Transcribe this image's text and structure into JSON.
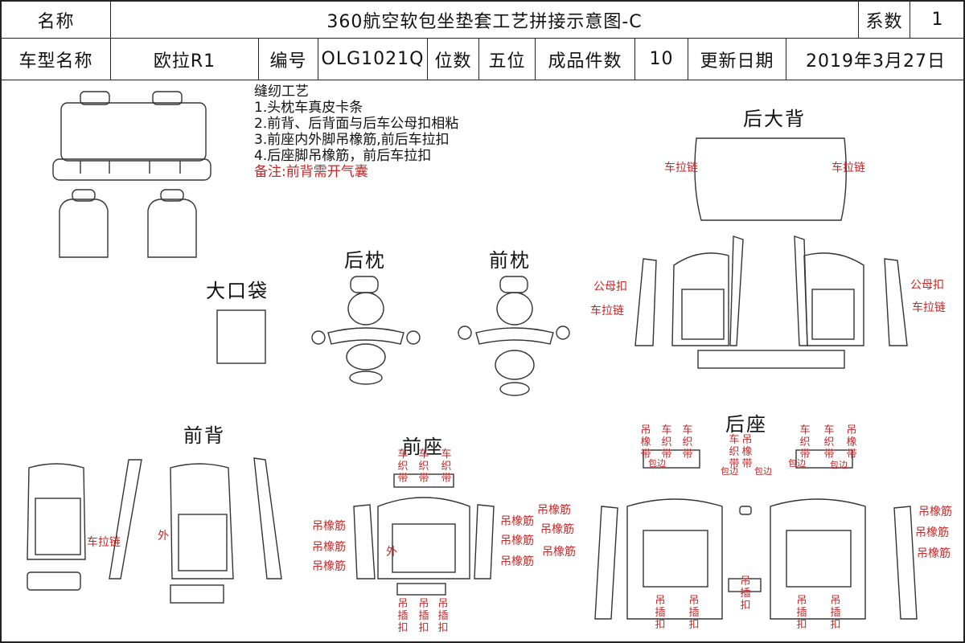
{
  "header": {
    "name_label": "名称",
    "title": "360航空软包坐垫套工艺拼接示意图-C",
    "series_label": "系数",
    "series_value": "1",
    "model_label": "车型名称",
    "model_value": "欧拉R1",
    "code_label": "编号",
    "code_value": "OLG1021Q",
    "seats_label": "位数",
    "seats_value": "五位",
    "pieces_label": "成品件数",
    "pieces_value": "10",
    "date_label": "更新日期",
    "date_value": "2019年3月27日"
  },
  "notes": {
    "heading": "缝纫工艺",
    "items": [
      "1.头枕车真皮卡条",
      "2.前背、后背面与后车公母扣相粘",
      "3.前座内外脚吊橡筋,前后车拉扣",
      "4.后座脚吊橡筋，前后车拉扣"
    ],
    "remark": "备注:前背需开气囊"
  },
  "sections": {
    "rear_back": "后大背",
    "rear_pillow": "后枕",
    "front_pillow": "前枕",
    "big_pocket": "大口袋",
    "front_back": "前背",
    "front_seat": "前座",
    "rear_seat": "后座"
  },
  "labels": {
    "zipper": "车拉链",
    "snap": "公母扣",
    "elastic": "吊橡筋",
    "outer": "外",
    "woven_band": "车织带",
    "hook_clip": "吊插扣",
    "elastic_band": "吊橡带",
    "edge": "包边"
  },
  "colors": {
    "line": "#333333",
    "accent": "#c62828"
  }
}
